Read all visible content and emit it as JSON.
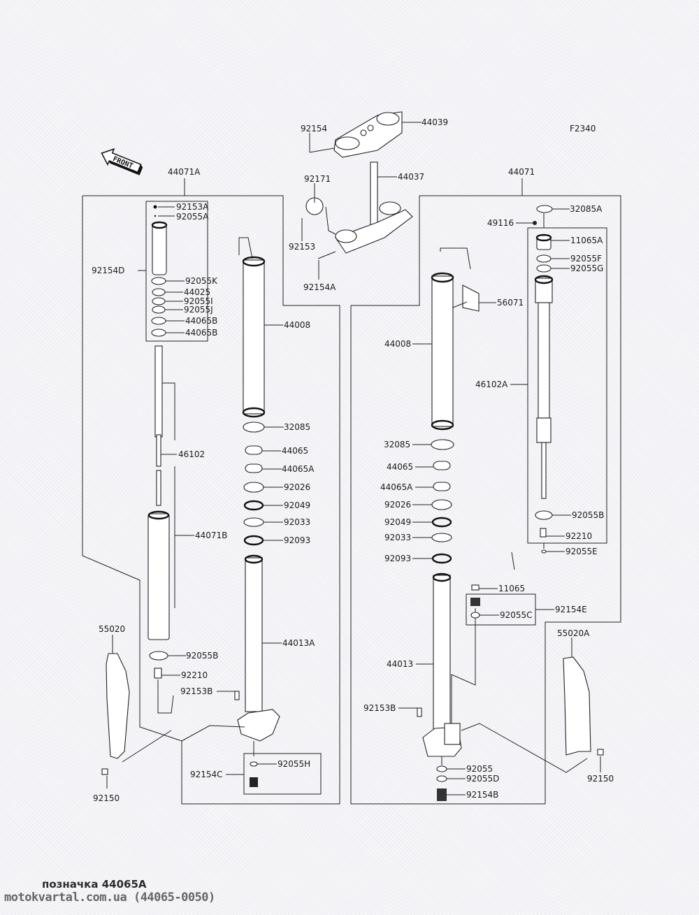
{
  "diagram": {
    "code": "F2340",
    "front_label": "FRONT",
    "assemblies": {
      "left_fork": "44071A",
      "right_fork": "44071"
    },
    "labels": {
      "steering_top": [
        "92154",
        "44039",
        "92171",
        "44037",
        "92153",
        "92154A"
      ],
      "left": [
        "92153A",
        "92055A",
        "92154D",
        "92055K",
        "44025",
        "92055I",
        "92055J",
        "44065B",
        "44065B",
        "46102",
        "44071B",
        "55020",
        "92055B",
        "92210",
        "92153B",
        "92150",
        "92154C",
        "92055H"
      ],
      "center_left": [
        "44008",
        "32085",
        "44065",
        "44065A",
        "92026",
        "92049",
        "92033",
        "92093",
        "44013A"
      ],
      "center_right": [
        "56071",
        "44008",
        "32085",
        "44065",
        "44065A",
        "92026",
        "92049",
        "92033",
        "92093",
        "44013",
        "92153B",
        "92055",
        "92055D",
        "92154B"
      ],
      "right": [
        "32085A",
        "49116",
        "11065A",
        "92055F",
        "92055G",
        "46102A",
        "92055B",
        "92210",
        "92055E",
        "11065",
        "92154E",
        "92055C",
        "55020A",
        "92150"
      ]
    }
  },
  "footer": {
    "caption": "позначка 44065A",
    "site": "motokvartal.com.ua (44065-0050)"
  }
}
